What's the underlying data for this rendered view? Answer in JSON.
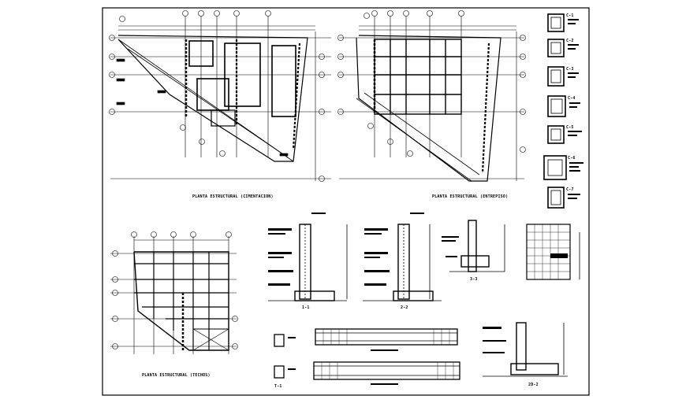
{
  "sheet": {
    "ink": "#000000",
    "paper": "#ffffff"
  },
  "titles": {
    "foundation_plan": "PLANTA ESTRUCTURAL (CIMENTACION)",
    "mezzanine_plan": "PLANTA ESTRUCTURAL (ENTREPISO)",
    "roof_plan": "PLANTA ESTRUCTURAL (TECHOS)"
  },
  "column_types": [
    "C-1",
    "C-2",
    "C-3",
    "C-4",
    "C-5",
    "C-6",
    "C-7"
  ],
  "sections": {
    "wall_section_a": "1-1",
    "wall_section_b": "2-2",
    "beam_section": "3-3",
    "beam_tag": "T-1",
    "footing_section": "2D-2"
  }
}
